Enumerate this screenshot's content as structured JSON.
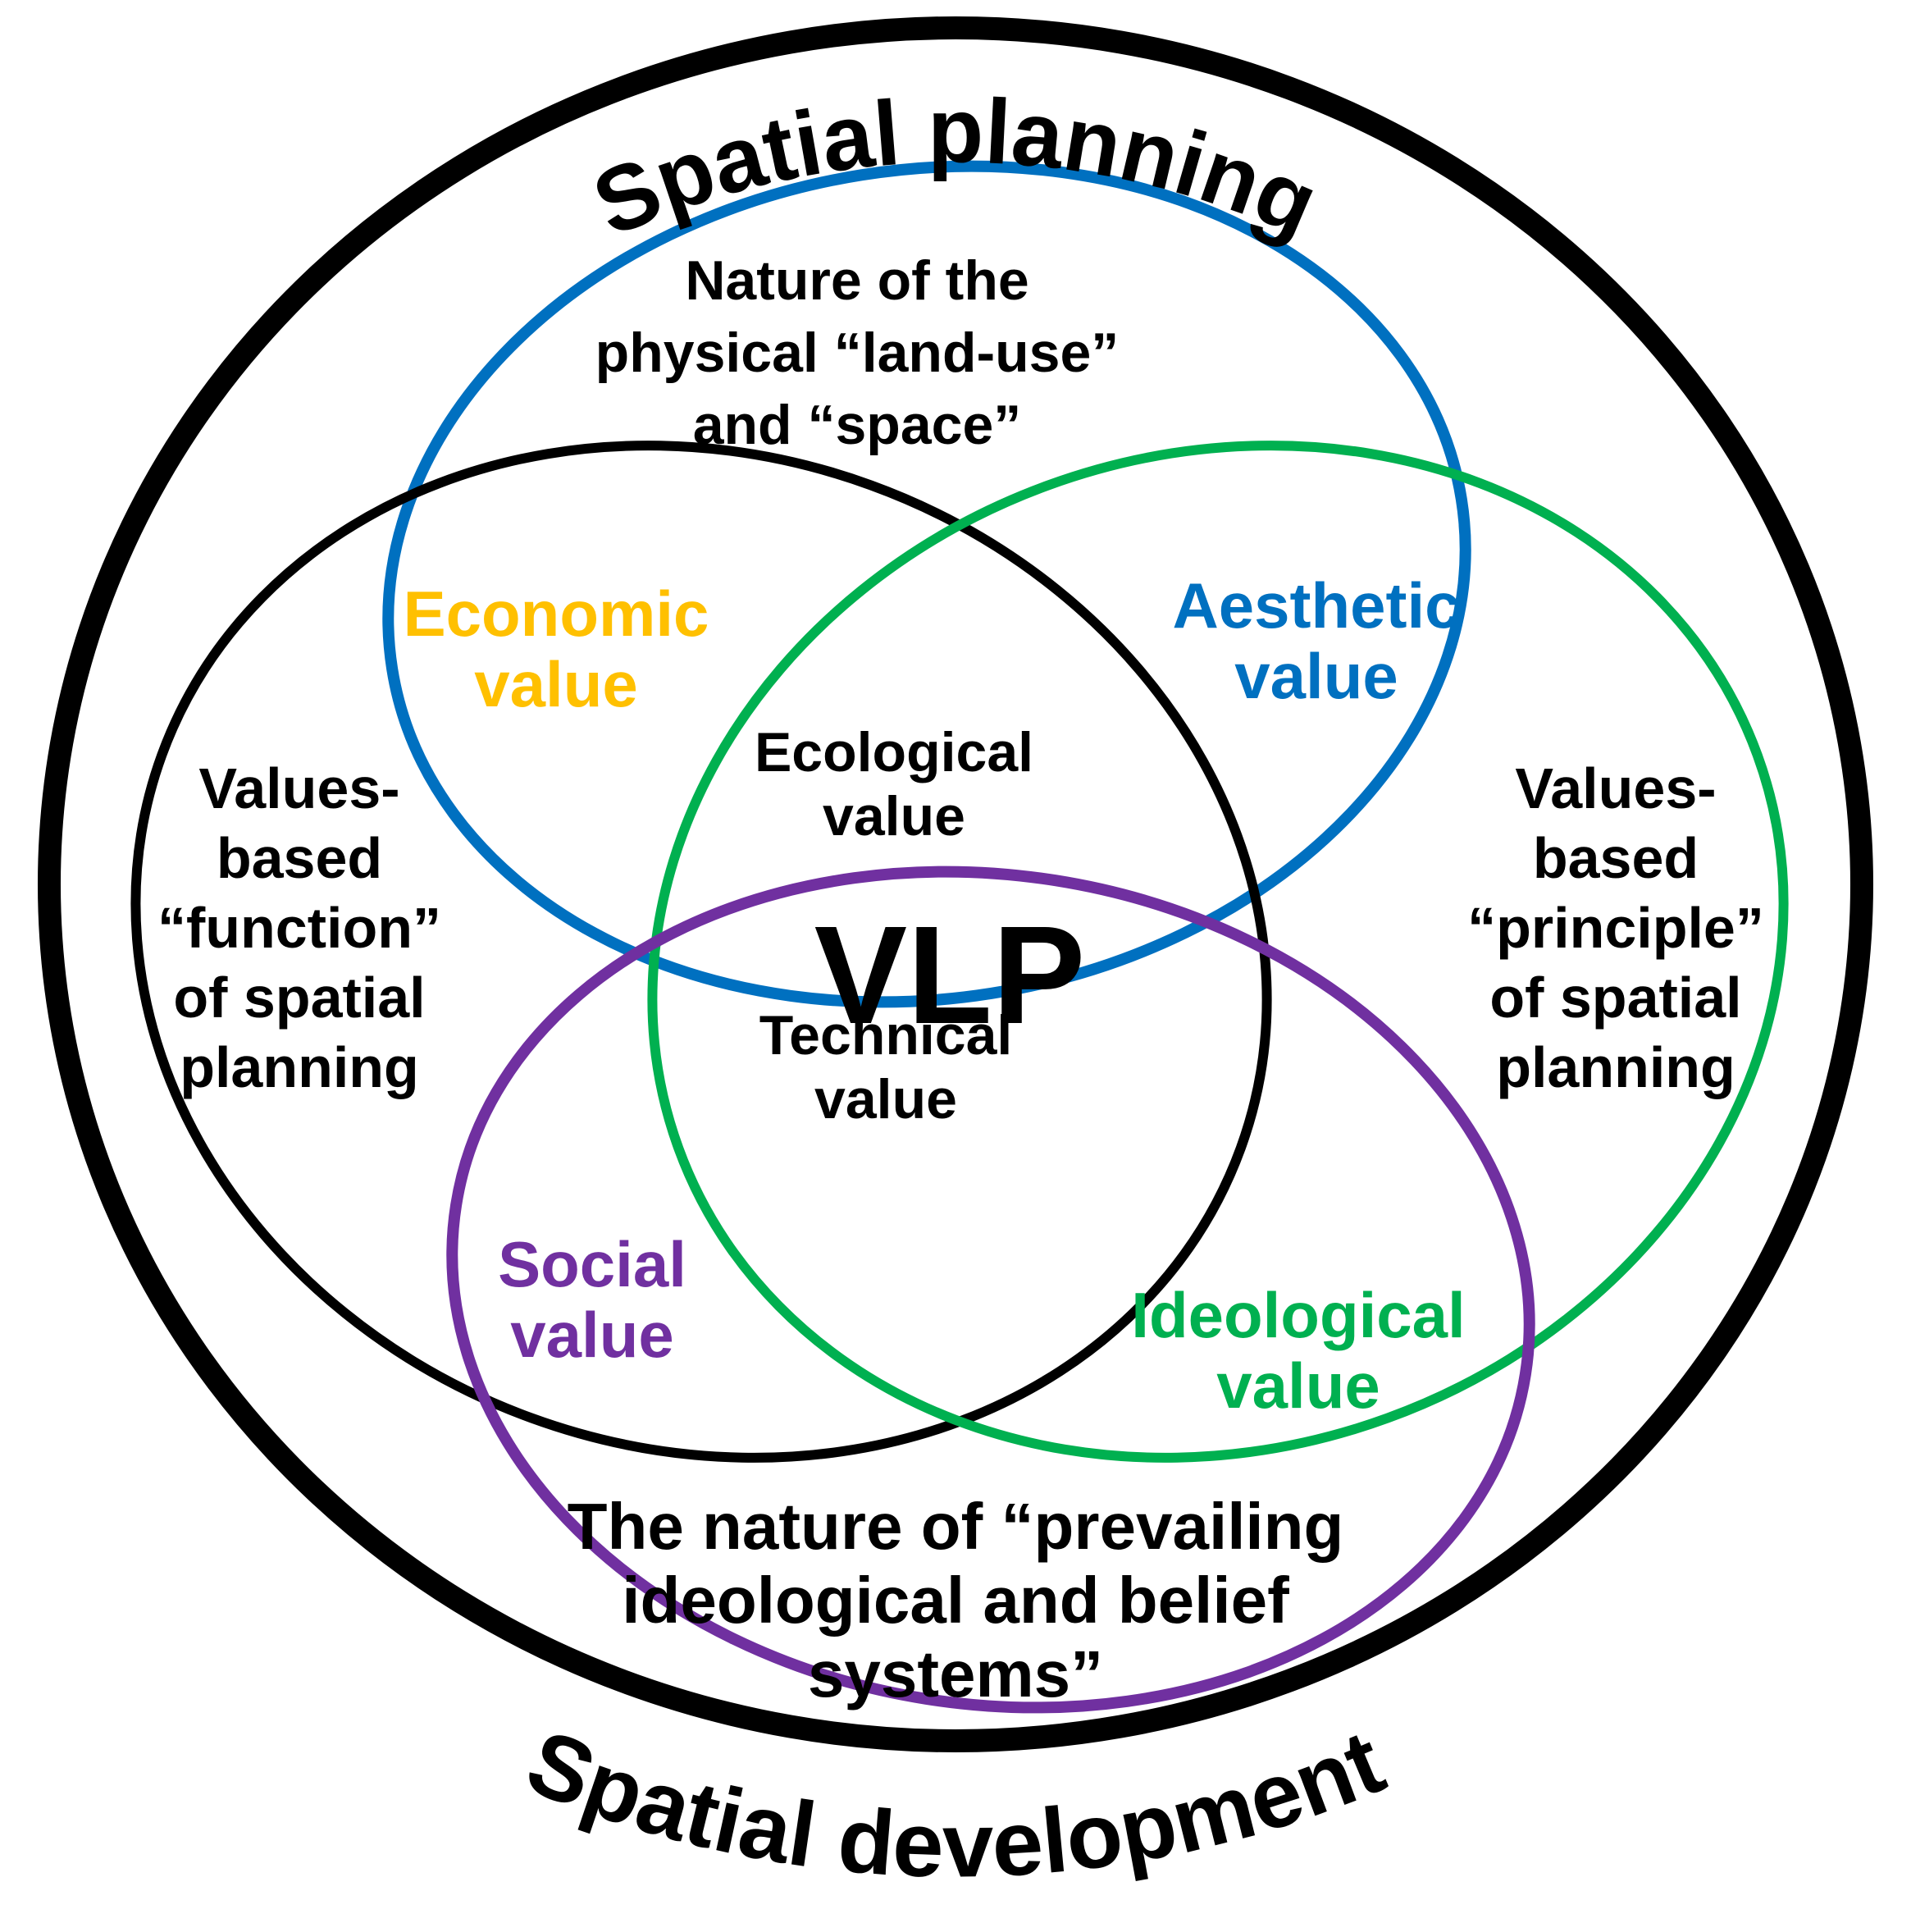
{
  "figure": {
    "background": "#ffffff",
    "outer_ring": {
      "top_label": "Spatial planning",
      "bottom_label": "Spatial development",
      "color": "#000000"
    },
    "center_label": "VLP",
    "colors": {
      "blue": "#0070C0",
      "green": "#00B050",
      "purple": "#7030A0",
      "yellow": "#FFC000",
      "black": "#000000"
    },
    "circles": [
      {
        "name": "nature-of-physical-land-use",
        "color": "#0070C0",
        "lines": [
          "Nature of the",
          "physical “land-use”",
          "and “space”"
        ]
      },
      {
        "name": "values-based-function",
        "color": "#000000",
        "lines": [
          "Values-",
          "based",
          "“function”",
          "of spatial",
          "planning"
        ]
      },
      {
        "name": "values-based-principle",
        "color": "#00B050",
        "lines": [
          "Values-",
          "based",
          "“principle”",
          "of spatial",
          "planning"
        ]
      },
      {
        "name": "prevailing-ideological-belief-systems",
        "color": "#7030A0",
        "lines": [
          "The nature of “prevailing",
          "ideological and belief",
          "systems”"
        ]
      }
    ],
    "values": [
      {
        "name": "economic",
        "color": "#FFC000",
        "lines": [
          "Economic",
          "value"
        ]
      },
      {
        "name": "aesthetic",
        "color": "#0070C0",
        "lines": [
          "Aesthetic",
          "value"
        ]
      },
      {
        "name": "ecological",
        "color": "#000000",
        "lines": [
          "Ecological",
          "value"
        ]
      },
      {
        "name": "technical",
        "color": "#000000",
        "lines": [
          "Technical",
          "value"
        ]
      },
      {
        "name": "social",
        "color": "#7030A0",
        "lines": [
          "Social",
          "value"
        ]
      },
      {
        "name": "ideological",
        "color": "#00B050",
        "lines": [
          "Ideological",
          "value"
        ]
      }
    ]
  }
}
